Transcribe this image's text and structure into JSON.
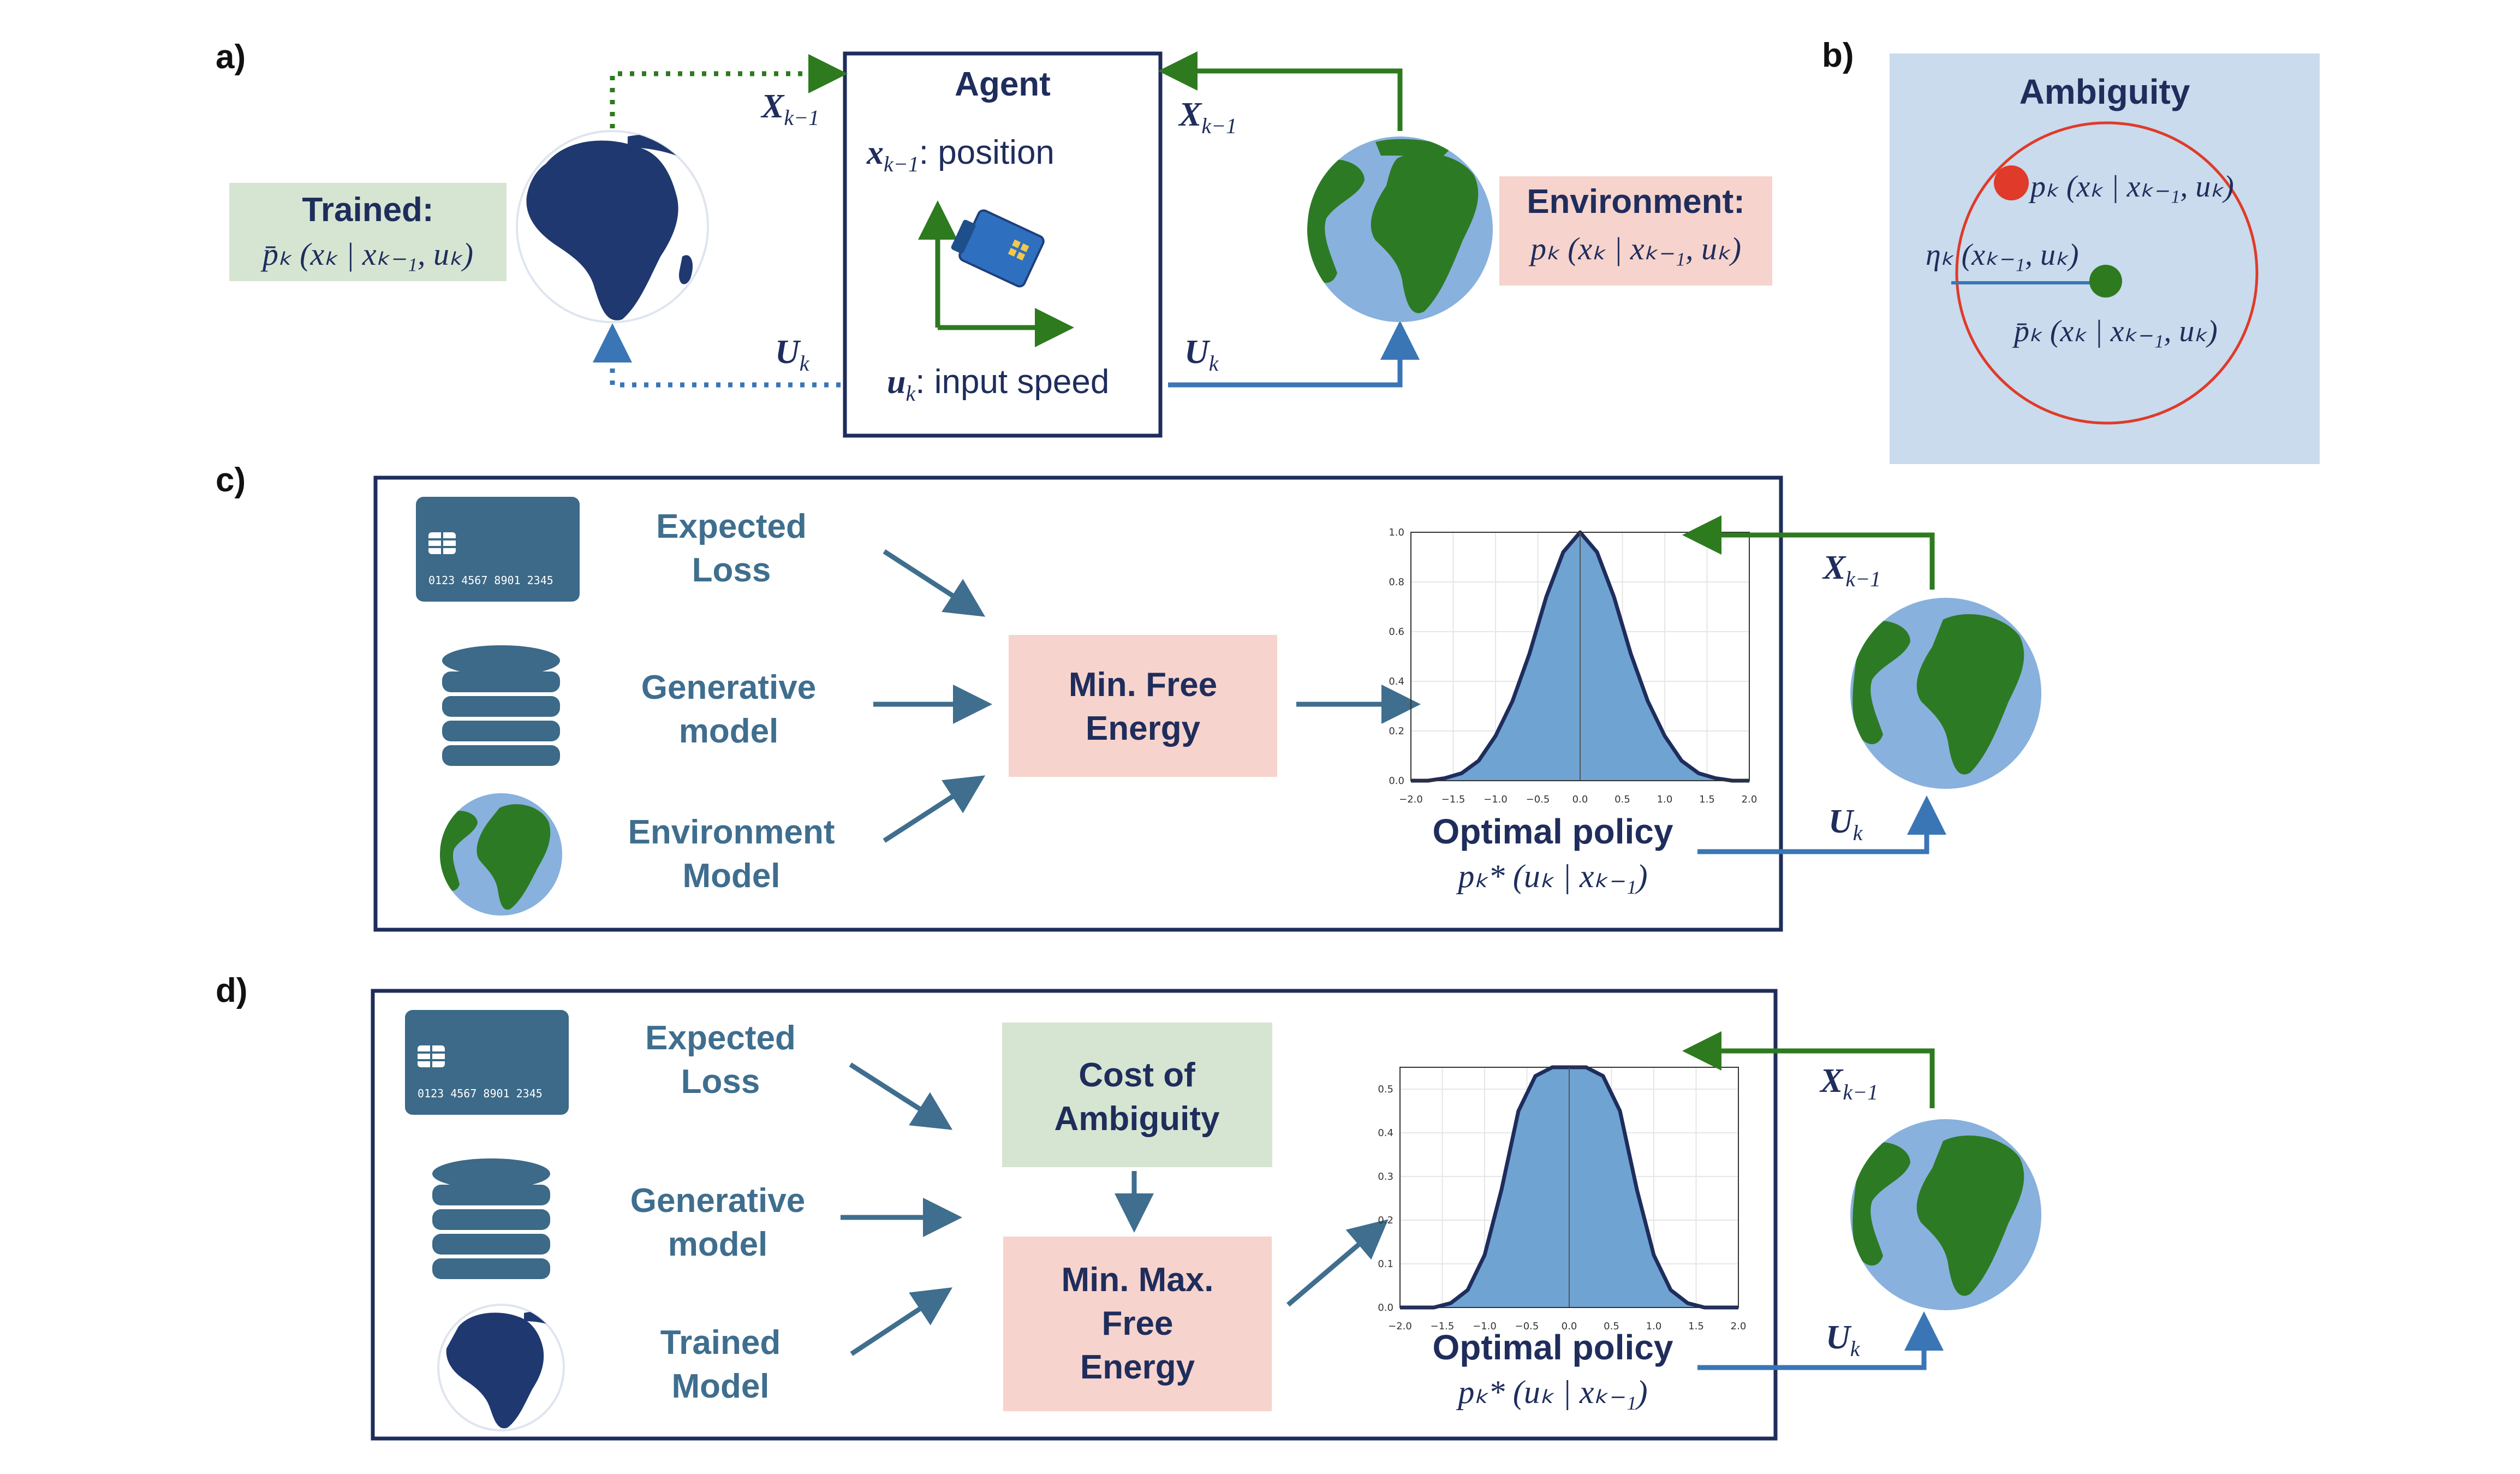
{
  "panels": {
    "a": {
      "label": "a)",
      "agent_title": "Agent",
      "position_var": "x",
      "position_sub": "k−1",
      "position_text": ": position",
      "input_var": "u",
      "input_sub": "k",
      "input_text": ": input speed",
      "x_prev_var": "X",
      "x_prev_sub": "k−1",
      "u_var": "U",
      "u_sub": "k",
      "trained_title": "Trained:",
      "trained_formula": "p̄ₖ (xₖ | xₖ₋₁, uₖ)",
      "env_title": "Environment:",
      "env_formula": "pₖ (xₖ | xₖ₋₁, uₖ)"
    },
    "b": {
      "label": "b)",
      "title": "Ambiguity",
      "p_formula": "pₖ (xₖ | xₖ₋₁, uₖ)",
      "eta_formula": "ηₖ (xₖ₋₁, uₖ)",
      "pbar_formula": "p̄ₖ (xₖ | xₖ₋₁, uₖ)"
    },
    "c": {
      "label": "c)",
      "card_number": "0123 4567 8901 2345",
      "input1_line1": "Expected",
      "input1_line2": "Loss",
      "input2_line1": "Generative",
      "input2_line2": "model",
      "input3_line1": "Environment",
      "input3_line2": "Model",
      "process_line1": "Min. Free",
      "process_line2": "Energy",
      "policy_title": "Optimal policy",
      "policy_formula": "pₖ* (uₖ | xₖ₋₁)",
      "x_prev_var": "X",
      "x_prev_sub": "k−1",
      "u_var": "U",
      "u_sub": "k"
    },
    "d": {
      "label": "d)",
      "card_number": "0123 4567 8901 2345",
      "input1_line1": "Expected",
      "input1_line2": "Loss",
      "input2_line1": "Generative",
      "input2_line2": "model",
      "input3_line1": "Trained",
      "input3_line2": "Model",
      "ambiguity_line1": "Cost of",
      "ambiguity_line2": "Ambiguity",
      "process_line1": "Min. Max.",
      "process_line2": "Free",
      "process_line3": "Energy",
      "policy_title": "Optimal policy",
      "policy_formula": "pₖ* (uₖ | xₖ₋₁)",
      "x_prev_var": "X",
      "x_prev_sub": "k−1",
      "u_var": "U",
      "u_sub": "k"
    }
  },
  "chart_data": [
    {
      "type": "area",
      "title": "",
      "xlabel": "",
      "ylabel": "",
      "xlim": [
        -2.0,
        2.0
      ],
      "ylim": [
        0,
        1.0
      ],
      "x_ticks": [
        "−2.0",
        "−1.5",
        "−1.0",
        "−0.5",
        "0.0",
        "0.5",
        "1.0",
        "1.5",
        "2.0"
      ],
      "y_ticks": [
        "0.0",
        "0.2",
        "0.4",
        "0.6",
        "0.8",
        "1.0"
      ],
      "x": [
        -2.0,
        -1.8,
        -1.6,
        -1.4,
        -1.2,
        -1.0,
        -0.8,
        -0.6,
        -0.4,
        -0.2,
        0.0,
        0.2,
        0.4,
        0.6,
        0.8,
        1.0,
        1.2,
        1.4,
        1.6,
        1.8,
        2.0
      ],
      "y": [
        0.0,
        0.0,
        0.01,
        0.03,
        0.08,
        0.18,
        0.32,
        0.51,
        0.74,
        0.92,
        1.0,
        0.92,
        0.74,
        0.51,
        0.32,
        0.18,
        0.08,
        0.03,
        0.01,
        0.0,
        0.0
      ],
      "grid": true
    },
    {
      "type": "area",
      "title": "",
      "xlabel": "",
      "ylabel": "",
      "xlim": [
        -2.0,
        2.0
      ],
      "ylim": [
        0,
        0.55
      ],
      "x_ticks": [
        "−2.0",
        "−1.5",
        "−1.0",
        "−0.5",
        "0.0",
        "0.5",
        "1.0",
        "1.5",
        "2.0"
      ],
      "y_ticks": [
        "0.0",
        "0.1",
        "0.2",
        "0.3",
        "0.4",
        "0.5"
      ],
      "x": [
        -2.0,
        -1.8,
        -1.6,
        -1.4,
        -1.2,
        -1.0,
        -0.8,
        -0.6,
        -0.4,
        -0.2,
        0.0,
        0.2,
        0.4,
        0.6,
        0.8,
        1.0,
        1.2,
        1.4,
        1.6,
        1.8,
        2.0
      ],
      "y": [
        0.0,
        0.0,
        0.0,
        0.01,
        0.04,
        0.12,
        0.27,
        0.45,
        0.53,
        0.55,
        0.55,
        0.55,
        0.53,
        0.45,
        0.27,
        0.12,
        0.04,
        0.01,
        0.0,
        0.0,
        0.0
      ],
      "grid": true
    }
  ],
  "colors": {
    "navy": "#1f2d5c",
    "teal_text": "#3f6e8e",
    "green_arrow": "#2e7a1f",
    "blue_arrow": "#3a76b5",
    "trained_box": "#d6e5d2",
    "env_box": "#f6d3cc",
    "ambiguity_bg": "#c9dbec",
    "ambiguity_circle": "#e03a2a",
    "chart_fill": "#6fa3d2",
    "card": "#3c6a88",
    "ocean": "#88b1dd",
    "land": "#2d7a24"
  }
}
